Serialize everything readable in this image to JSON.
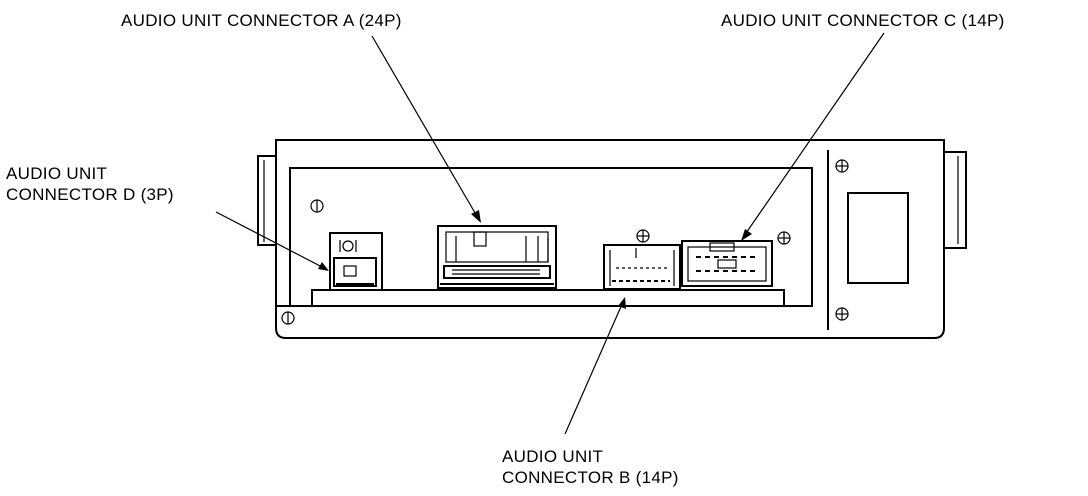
{
  "callouts": {
    "connector_a": "AUDIO UNIT CONNECTOR A (24P)",
    "connector_c": "AUDIO UNIT CONNECTOR C (14P)",
    "connector_d": [
      "AUDIO UNIT",
      "CONNECTOR D (3P)"
    ],
    "connector_b": [
      "AUDIO UNIT",
      "CONNECTOR B (14P)"
    ]
  }
}
